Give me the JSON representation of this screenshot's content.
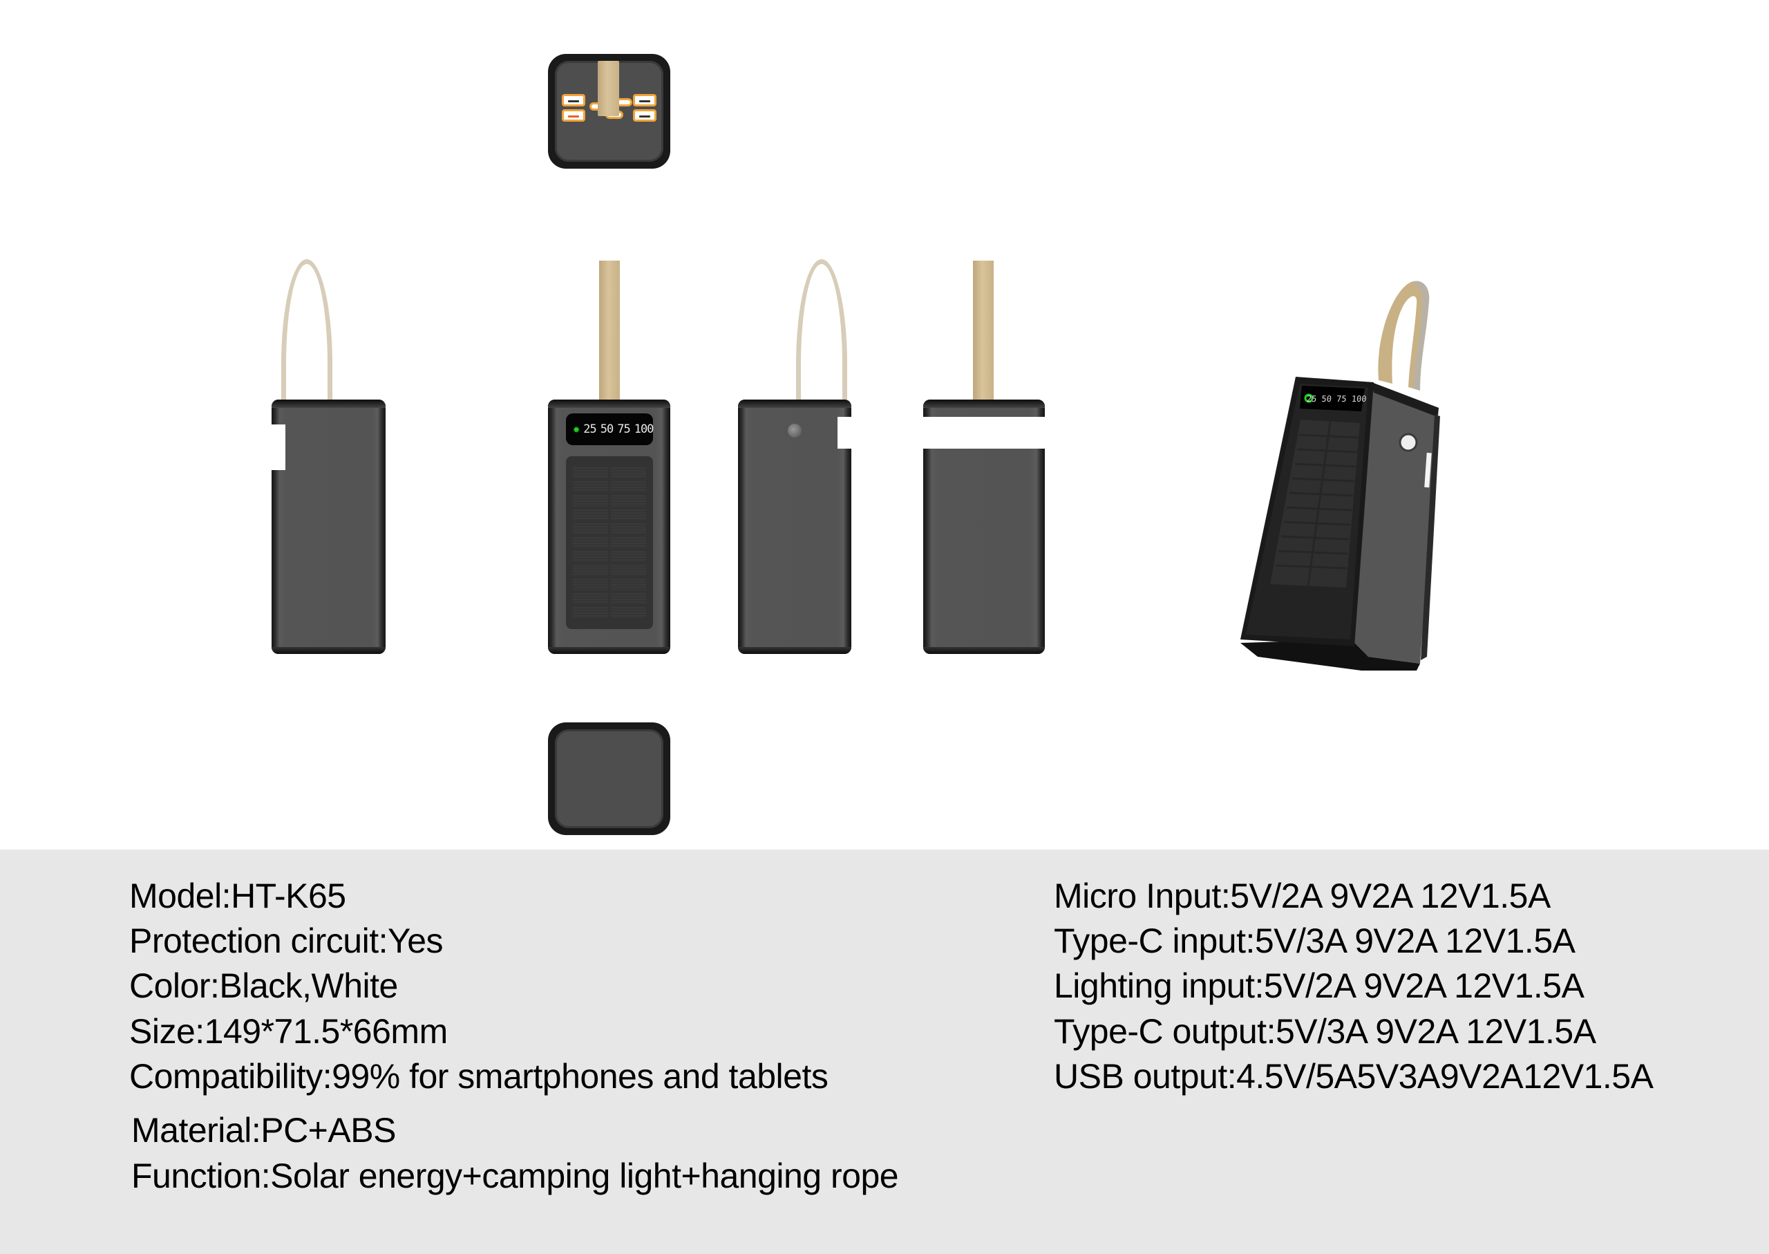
{
  "product": {
    "views": [
      {
        "id": "top",
        "label": "Top end view with ports"
      },
      {
        "id": "side-left",
        "label": "Side view with lanyard"
      },
      {
        "id": "front",
        "label": "Front view with solar panel"
      },
      {
        "id": "side-right",
        "label": "Side view with button"
      },
      {
        "id": "back",
        "label": "Back view with light band"
      },
      {
        "id": "bottom",
        "label": "Bottom end view"
      },
      {
        "id": "perspective",
        "label": "Perspective view"
      }
    ],
    "lcd": {
      "icon": "sun-icon",
      "levels": [
        "25",
        "50",
        "75",
        "100"
      ]
    },
    "colors": {
      "body": "#545454",
      "edge": "#1a1a1a",
      "strap": "#d1bc93",
      "cord": "#d7cdb8",
      "port_accent": "#f0a43a",
      "lcd_icon": "#1fd21f"
    }
  },
  "specs": {
    "left": [
      "Model:HT-K65",
      "Protection circuit:Yes",
      "Color:Black,White",
      "Size:149*71.5*66mm",
      "Compatibility:99% for smartphones and tablets",
      "Material:PC+ABS",
      "Function:Solar energy+camping light+hanging rope"
    ],
    "right": [
      "Micro Input:5V/2A 9V2A 12V1.5A",
      "Type-C input:5V/3A 9V2A 12V1.5A",
      "Lighting input:5V/2A 9V2A 12V1.5A",
      "Type-C output:5V/3A 9V2A 12V1.5A",
      "USB output:4.5V/5A5V3A9V2A12V1.5A"
    ]
  },
  "panel_color": "#e7e7e7"
}
